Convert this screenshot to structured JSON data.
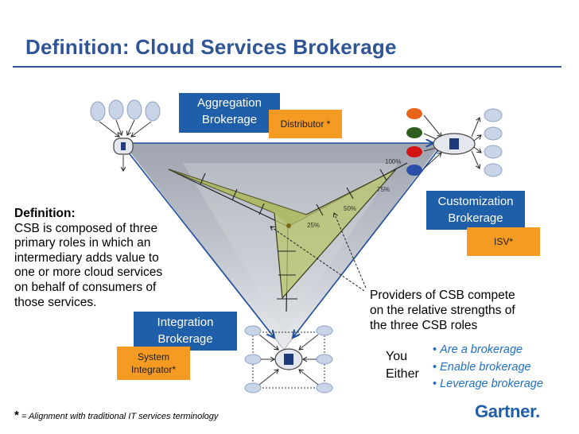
{
  "title": "Definition: Cloud Services Brokerage",
  "roles": {
    "aggregation": {
      "line1": "Aggregation",
      "line2": "Brokerage"
    },
    "customization": {
      "line1": "Customization",
      "line2": "Brokerage"
    },
    "integration": {
      "line1": "Integration",
      "line2": "Brokerage"
    }
  },
  "terms": {
    "distributor": "Distributor *",
    "isv": "ISV*",
    "si_line1": "System",
    "si_line2": "Integrator*"
  },
  "definition": {
    "heading": "Definition:",
    "lines": [
      "CSB is composed of three",
      "primary roles in which an",
      "intermediary adds value to",
      "one or more cloud services",
      "on behalf of consumers of",
      "those services."
    ]
  },
  "percent_labels": [
    "100%",
    "75%",
    "50%",
    "25%"
  ],
  "providers_text": [
    "Providers of CSB compete",
    "on the relative strengths of",
    "the three CSB roles"
  ],
  "you_either": {
    "line1": "You",
    "line2": "Either"
  },
  "bullets": [
    "Are a brokerage",
    "Enable brokerage",
    "Leverage brokerage"
  ],
  "footnote": {
    "star": "*",
    "text": " = Alignment with traditional IT services terminology"
  },
  "logo": "Gartner.",
  "colors": {
    "accent_blue": "#1f5ea8",
    "title_blue": "#2f5597",
    "orange": "#f59b23",
    "triangle_gray": "#c9ccd3",
    "radar_green": "#b8c56b"
  }
}
